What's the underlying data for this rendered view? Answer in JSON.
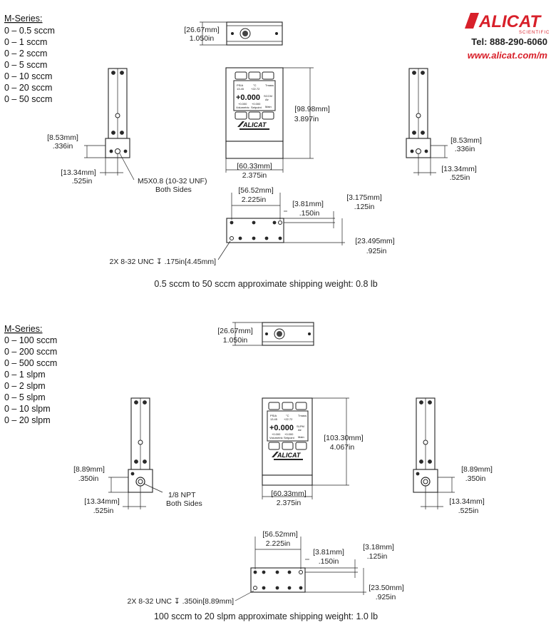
{
  "header": {
    "brand": "ALICAT",
    "brand_sub": "SCIENTIFIC",
    "tel": "Tel: 888-290-6060",
    "website": "www.alicat.com/m",
    "brand_color": "#d8202a"
  },
  "sections": [
    {
      "series_title": "M-Series:",
      "ranges": [
        "0 – 0.5 sccm",
        "0 – 1 sccm",
        "0 – 2 sccm",
        "0 – 5 sccm",
        "0 – 10 sccm",
        "0 – 20 sccm",
        "0 – 50 sccm"
      ],
      "dims": {
        "top_depth_mm": "[26.67mm]",
        "top_depth_in": "1.050in",
        "height_mm": "[98.98mm]",
        "height_in": "3.897in",
        "width_mm": "[60.33mm]",
        "width_in": "2.375in",
        "port_h_mm": "[8.53mm]",
        "port_h_in": ".336in",
        "port_off_mm": "[13.34mm]",
        "port_off_in": ".525in",
        "thread_1": "M5X0.8  (10-32 UNF)",
        "thread_2": "Both Sides",
        "holes_span_mm": "[56.52mm]",
        "holes_span_in": "2.225in",
        "hole_off_mm": "[3.81mm]",
        "hole_off_in": ".150in",
        "hole_edge_mm": "[3.175mm]",
        "hole_edge_in": ".125in",
        "base_depth_mm": "[23.495mm]",
        "base_depth_in": ".925in",
        "mount_note": "2X 8-32 UNC  ↧ .175in[4.45mm]"
      },
      "display": {
        "row1": [
          "PSIA",
          "°C",
          "Tmass"
        ],
        "row1b": [
          "13.45",
          "+22.72"
        ],
        "main": "+0.000",
        "unit": "SCCM",
        "gas": "Air",
        "row3": [
          "+0.000",
          "+0.000",
          "Main"
        ],
        "row3b": [
          "Volumetric",
          "Setpoint"
        ]
      },
      "logo": "ALICAT",
      "footer": "0.5 sccm to 50 sccm approximate shipping weight: 0.8 lb"
    },
    {
      "series_title": "M-Series:",
      "ranges": [
        "0 – 100 sccm",
        "0 – 200 sccm",
        "0 – 500 sccm",
        "0 – 1 slpm",
        "0 – 2 slpm",
        "0 – 5 slpm",
        "0 – 10 slpm",
        "0 – 20 slpm"
      ],
      "dims": {
        "top_depth_mm": "[26.67mm]",
        "top_depth_in": "1.050in",
        "height_mm": "[103.30mm]",
        "height_in": "4.067in",
        "width_mm": "[60.33mm]",
        "width_in": "2.375in",
        "port_h_mm": "[8.89mm]",
        "port_h_in": ".350in",
        "port_off_mm": "[13.34mm]",
        "port_off_in": ".525in",
        "thread_1": "1/8 NPT",
        "thread_2": "Both Sides",
        "holes_span_mm": "[56.52mm]",
        "holes_span_in": "2.225in",
        "hole_off_mm": "[3.81mm]",
        "hole_off_in": ".150in",
        "hole_edge_mm": "[3.18mm]",
        "hole_edge_in": ".125in",
        "base_depth_mm": "[23.50mm]",
        "base_depth_in": ".925in",
        "mount_note": "2X 8-32 UNC  ↧ .350in[8.89mm]"
      },
      "display": {
        "row1": [
          "PSIA",
          "°C",
          "Tmass"
        ],
        "row1b": [
          "13.45",
          "+22.72"
        ],
        "main": "+0.000",
        "unit": "SLPM",
        "gas": "Air",
        "row3": [
          "+0.000",
          "+0.000",
          "Main"
        ],
        "row3b": [
          "Volumetric",
          "Setpoint"
        ]
      },
      "logo": "ALICAT",
      "footer": "100 sccm to 20 slpm approximate shipping weight: 1.0 lb"
    }
  ]
}
